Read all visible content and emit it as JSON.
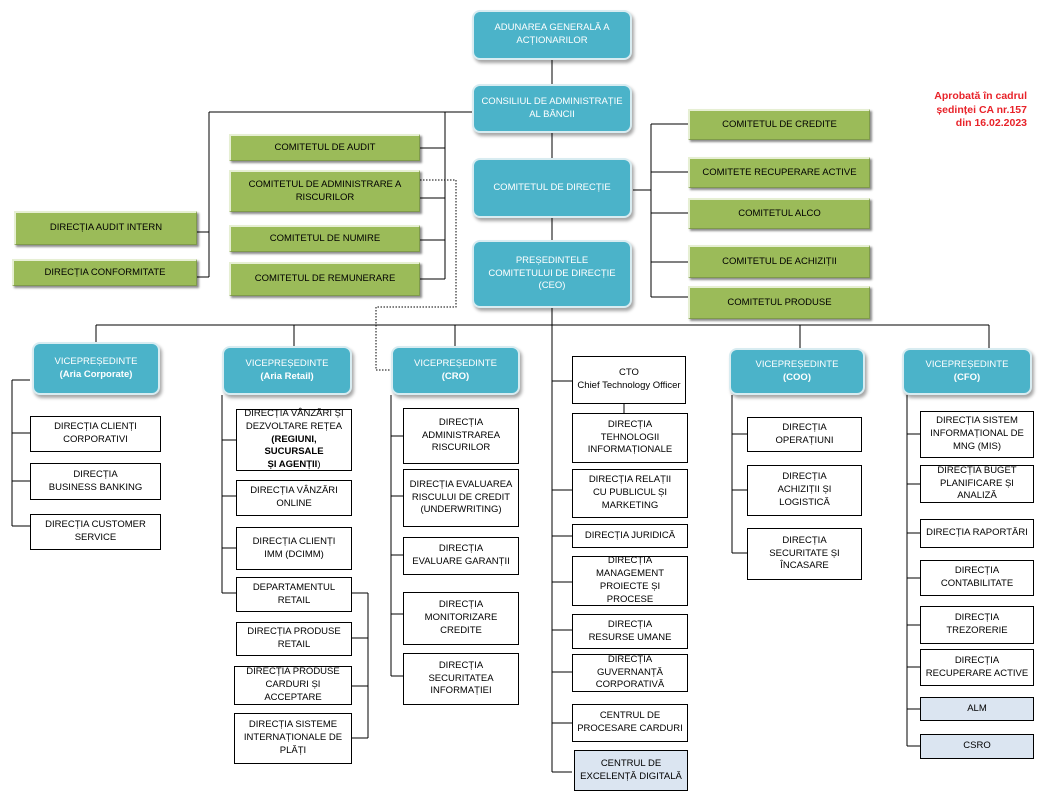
{
  "approval_note": "Aprobată în cadrul\nședinței CA nr.157\ndin 16.02.2023",
  "top": {
    "aga": "ADUNAREA GENERALĂ A\nACȚIONARILOR",
    "ca": "CONSILIUL DE ADMINISTRAȚIE\nAL BĂNCII",
    "comitet_directie": "COMITETUL DE DIRECȚIE",
    "ceo": "PREȘEDINTELE\nCOMITETULUI DE DIRECȚIE\n(CEO)"
  },
  "board_committees": [
    "COMITETUL DE AUDIT",
    "COMITETUL DE ADMINISTRARE A\nRISCURILOR",
    "COMITETUL DE NUMIRE",
    "COMITETUL DE REMUNERARE"
  ],
  "board_directions": [
    "DIRECȚIA AUDIT INTERN",
    "DIRECȚIA CONFORMITATE"
  ],
  "exec_committees": [
    "COMITETUL DE CREDITE",
    "COMITETE RECUPERARE  ACTIVE",
    "COMITETUL ALCO",
    "COMITETUL DE ACHIZIȚII",
    "COMITETUL PRODUSE"
  ],
  "vp_corporate": {
    "title_line1": "VICEPREȘEDINTE",
    "title_line2": "(Aria Corporate)",
    "items": [
      "DIRECȚIA CLIENȚI\nCORPORATIVI",
      "DIRECȚIA\nBUSINESS BANKING",
      "DIRECȚIA CUSTOMER\nSERVICE"
    ]
  },
  "vp_retail": {
    "title_line1": "VICEPREȘEDINTE",
    "title_line2": "(Aria Retail)",
    "item1_main": "DIRECȚIA VÂNZĂRI ȘI\nDEZVOLTARE REȚEA",
    "item1_bold": "(REGIUNI, SUCURSALE\nȘI AGENȚII",
    "item1_tail": ")",
    "items": [
      "DIRECȚIA VÂNZĂRI\nONLINE",
      "DIRECȚIA CLIENȚI\nIMM (DCIMM)",
      "DEPARTAMENTUL\nRETAIL",
      "DIRECȚIA PRODUSE\nRETAIL",
      "DIRECȚIA PRODUSE\nCARDURI ȘI ACCEPTARE",
      "DIRECȚIA SISTEME\nINTERNAȚIONALE DE\nPLĂȚI"
    ]
  },
  "vp_cro": {
    "title_line1": "VICEPREȘEDINTE",
    "title_line2": "(CRO)",
    "items": [
      "DIRECȚIA\nADMINISTRAREA\nRISCURILOR",
      "DIRECȚIA EVALUAREA\nRISCULUI DE CREDIT\n(UNDERWRITING)",
      "DIRECȚIA\nEVALUARE GARANȚII",
      "DIRECȚIA\nMONITORIZARE\nCREDITE",
      "DIRECȚIA\nSECURITATEA\nINFORMAȚIEI"
    ]
  },
  "cto": {
    "title": "CTO\nChief Technology Officer",
    "sub": "DIRECȚIA\nTEHNOLOGII\nINFORMAȚIONALE"
  },
  "ceo_directions": [
    "DIRECȚIA RELAȚII\nCU PUBLICUL ȘI\nMARKETING",
    "DIRECȚIA JURIDICĂ",
    "DIRECȚIA\nMANAGEMENT\nPROIECTE ȘI PROCESE",
    "DIRECȚIA\nRESURSE UMANE",
    "DIRECȚIA GUVERNANȚĂ\nCORPORATIVĂ",
    "CENTRUL DE\nPROCESARE CARDURI",
    "CENTRUL DE\nEXCELENȚĂ DIGITALĂ"
  ],
  "vp_coo": {
    "title_line1": "VICEPREȘEDINTE",
    "title_line2": "(COO)",
    "items": [
      "DIRECȚIA\nOPERAȚIUNI",
      "DIRECȚIA\nACHIZIȚII ȘI\nLOGISTICĂ",
      "DIRECȚIA\nSECURITATE ȘI\nÎNCASARE"
    ]
  },
  "vp_cfo": {
    "title_line1": "VICEPREȘEDINTE",
    "title_line2": "(CFO)",
    "items": [
      "DIRECȚIA SISTEM\nINFORMAȚIONAL DE\nMNG (MIS)",
      "DIRECȚIA BUGET\nPLANIFICARE ȘI ANALIZĂ",
      "DIRECȚIA RAPORTĂRI",
      "DIRECȚIA\nCONTABILITATE",
      "DIRECȚIA\nTREZORERIE",
      "DIRECȚIA\nRECUPERARE ACTIVE",
      "ALM",
      "CSRO"
    ]
  }
}
